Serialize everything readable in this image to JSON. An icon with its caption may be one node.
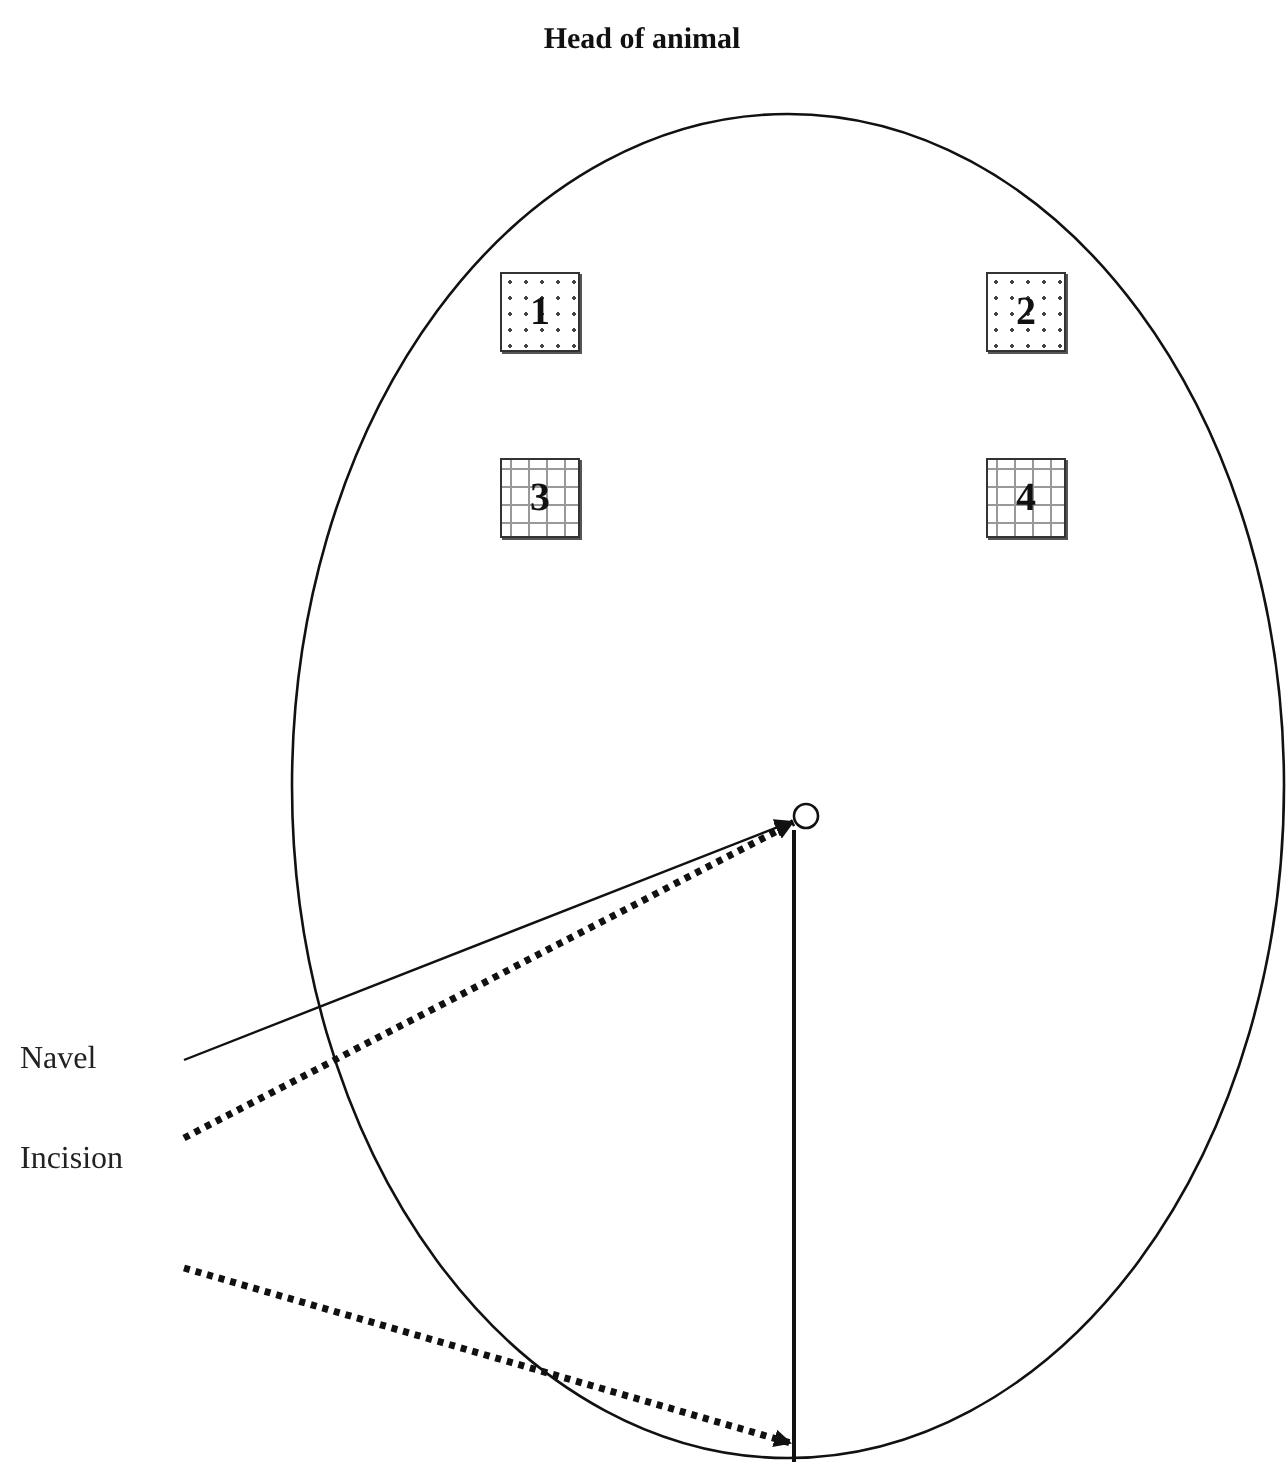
{
  "diagram": {
    "title": "Head of animal",
    "nodes": [
      {
        "text": [],
        "shape": "ellipse"
      },
      {
        "text": [
          "1"
        ],
        "in": 0
      },
      {
        "text": [
          "2"
        ],
        "in": 0
      },
      {
        "text": [
          "3"
        ],
        "in": 0
      },
      {
        "text": [
          "4"
        ],
        "in": 0
      },
      {
        "text": [
          "Navel"
        ]
      },
      {
        "text": [
          "Incision"
        ]
      },
      {
        "text": [],
        "shape": "circle",
        "in": 0
      },
      {
        "text": [],
        "shape": "bar",
        "in": 0
      }
    ],
    "edges": [
      {
        "from": 5,
        "to": 7,
        "arrow": "to"
      },
      {
        "from": 6,
        "to": 7,
        "arrow": "to",
        "style": "dashed"
      },
      {
        "from": null,
        "to": 8,
        "arrow": "to",
        "style": "dashed"
      }
    ]
  }
}
